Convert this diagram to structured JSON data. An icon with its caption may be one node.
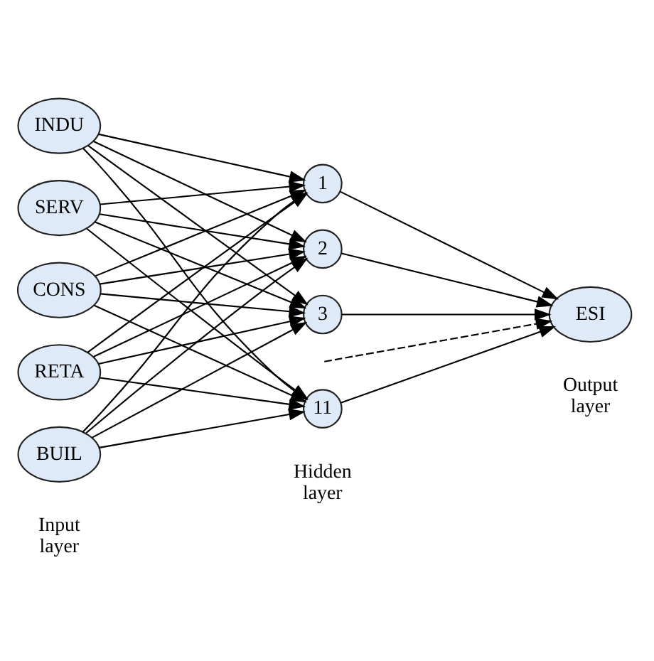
{
  "diagram": {
    "nodes": [
      {
        "text": [
          "INDU"
        ]
      },
      {
        "text": [
          "SERV"
        ]
      },
      {
        "text": [
          "CONS"
        ]
      },
      {
        "text": [
          "RETA"
        ]
      },
      {
        "text": [
          "BUIL"
        ]
      },
      {
        "text": [
          "1"
        ]
      },
      {
        "text": [
          "2"
        ]
      },
      {
        "text": [
          "3"
        ]
      },
      {
        "text": [
          "11"
        ]
      },
      {
        "text": [
          "ESI"
        ]
      }
    ],
    "edges": [
      {
        "from": 0,
        "to": 5,
        "arrow": "to"
      },
      {
        "from": 0,
        "to": 6,
        "arrow": "to"
      },
      {
        "from": 0,
        "to": 7,
        "arrow": "to"
      },
      {
        "from": 0,
        "to": 8,
        "arrow": "to"
      },
      {
        "from": 1,
        "to": 5,
        "arrow": "to"
      },
      {
        "from": 1,
        "to": 6,
        "arrow": "to"
      },
      {
        "from": 1,
        "to": 7,
        "arrow": "to"
      },
      {
        "from": 1,
        "to": 8,
        "arrow": "to"
      },
      {
        "from": 2,
        "to": 5,
        "arrow": "to"
      },
      {
        "from": 2,
        "to": 6,
        "arrow": "to"
      },
      {
        "from": 2,
        "to": 7,
        "arrow": "to"
      },
      {
        "from": 2,
        "to": 8,
        "arrow": "to"
      },
      {
        "from": 3,
        "to": 5,
        "arrow": "to"
      },
      {
        "from": 3,
        "to": 6,
        "arrow": "to"
      },
      {
        "from": 3,
        "to": 7,
        "arrow": "to"
      },
      {
        "from": 3,
        "to": 8,
        "arrow": "to"
      },
      {
        "from": 4,
        "to": 5,
        "arrow": "to"
      },
      {
        "from": 4,
        "to": 6,
        "arrow": "to"
      },
      {
        "from": 4,
        "to": 7,
        "arrow": "to"
      },
      {
        "from": 4,
        "to": 8,
        "arrow": "to"
      },
      {
        "from": 5,
        "to": 9,
        "arrow": "to"
      },
      {
        "from": 6,
        "to": 9,
        "arrow": "to"
      },
      {
        "from": 7,
        "to": 9,
        "arrow": "to"
      },
      {
        "from": null,
        "to": 9,
        "arrow": "to",
        "style": "dashed"
      },
      {
        "from": 8,
        "to": 9,
        "arrow": "to"
      }
    ],
    "labels": [
      "Input layer",
      "Hidden layer",
      "Output layer"
    ]
  }
}
